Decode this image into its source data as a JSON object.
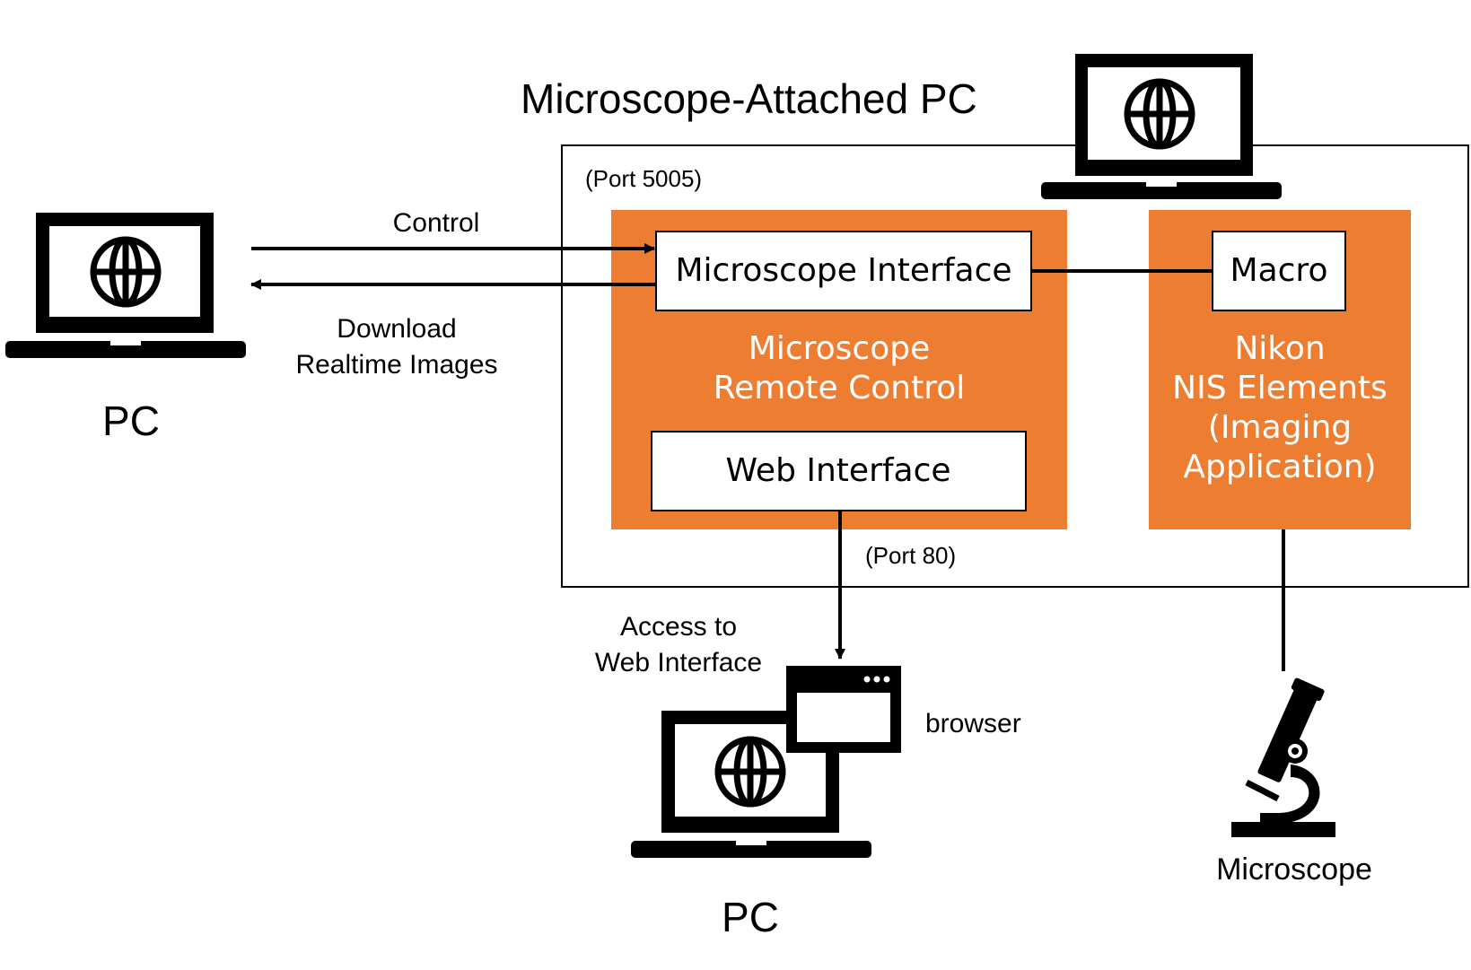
{
  "colors": {
    "accent": "#ED7D31",
    "ink": "#000000",
    "paper": "#FFFFFF"
  },
  "title": "Microscope-Attached PC",
  "port_5005": "(Port 5005)",
  "port_80": "(Port 80)",
  "left_pc": {
    "label": "PC",
    "icon": "laptop-globe-icon"
  },
  "top_pc_icon": "laptop-globe-icon",
  "arrows": {
    "control": "Control",
    "download_line1": "Download",
    "download_line2": "Realtime  Images",
    "access_line1": "Access to",
    "access_line2": "Web Interface"
  },
  "remote_control": {
    "interface_label": "Microscope Interface",
    "title_line1": "Microscope",
    "title_line2": "Remote Control",
    "web_label": "Web Interface"
  },
  "nikon": {
    "macro_label": "Macro",
    "line1": "Nikon",
    "line2": "NIS Elements",
    "line3": "(Imaging",
    "line4": "Application)"
  },
  "bottom_pc": {
    "label": "PC",
    "icon": "laptop-globe-icon",
    "browser_label": "browser",
    "browser_icon": "browser-window-icon"
  },
  "microscope": {
    "label": "Microscope",
    "icon": "microscope-icon"
  }
}
